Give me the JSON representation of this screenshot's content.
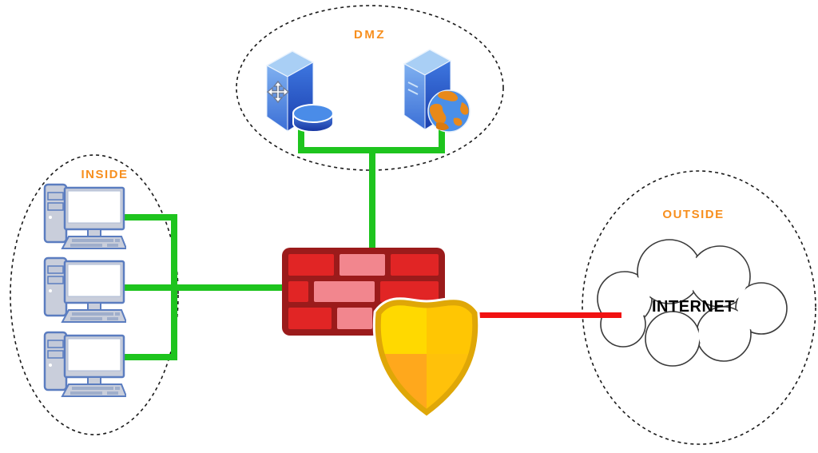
{
  "zones": {
    "dmz": {
      "label": "DMZ"
    },
    "inside": {
      "label": "INSIDE"
    },
    "outside": {
      "label": "OUTSIDE"
    }
  },
  "nodes": {
    "internet": {
      "label": "INTERNET"
    },
    "inside_workstations_count": 3,
    "dmz_servers_count": 2
  },
  "icons": {
    "dmz_server_left": "server-tower-with-database-icon",
    "dmz_server_right": "server-tower-with-globe-icon",
    "inside_workstation": "desktop-computer-icon",
    "firewall": "brick-wall-firewall-icon",
    "shield": "security-shield-icon",
    "internet": "cloud-icon",
    "cursor": "move-cursor-icon"
  },
  "colors": {
    "zone_label_orange": "#F78F1E",
    "lan_link_green": "#1EC41E",
    "wan_link_red": "#F11212",
    "firewall_mortar": "#9B1B1B",
    "firewall_brick_red": "#E12525",
    "firewall_brick_pink": "#F2868E",
    "shield_border_gold": "#DFA707",
    "shield_yellow": "#FFD900",
    "shield_gold": "#FFC10A",
    "shield_orange": "#FFA81C",
    "server_blue_dark": "#1B3FAE",
    "server_blue_light": "#6FA5EE",
    "workstation_outline": "#5B7DC0",
    "internet_text": "#000000"
  }
}
